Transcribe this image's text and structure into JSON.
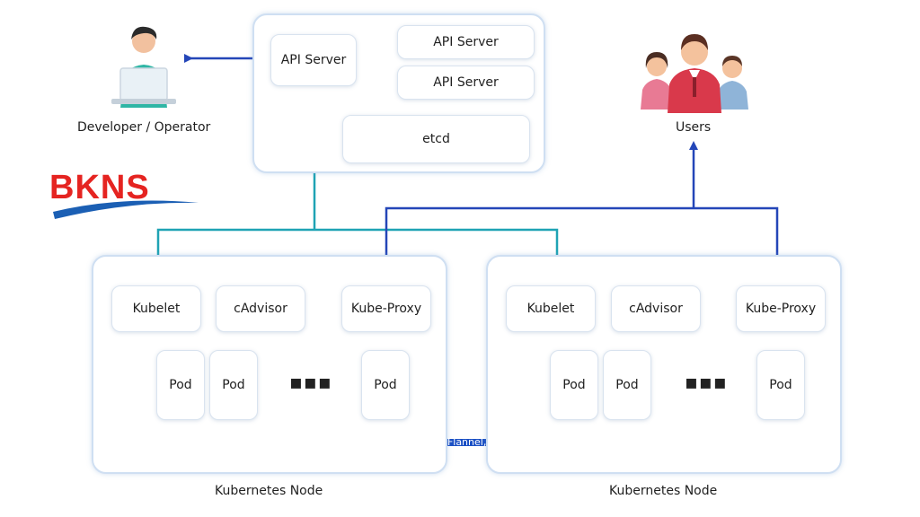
{
  "logo": {
    "text": "BKNS",
    "color": "#e52421",
    "swoosh_color": "#1b5fb4"
  },
  "developer": {
    "label": "Developer / Operator",
    "icon": "developer-laptop-icon"
  },
  "users": {
    "label": "Users",
    "icon": "users-group-icon"
  },
  "control_plane": {
    "api_server_main": "API Server",
    "api_server_replicas": [
      "API Server",
      "API Server"
    ],
    "etcd": "etcd"
  },
  "nodes": [
    {
      "label": "Kubernetes Node",
      "components": [
        "Kubelet",
        "cAdvisor",
        "Kube-Proxy"
      ],
      "pods": [
        "Pod",
        "Pod",
        "Pod"
      ],
      "ellipsis": "▪▪▪"
    },
    {
      "label": "Kubernetes Node",
      "components": [
        "Kubelet",
        "cAdvisor",
        "Kube-Proxy"
      ],
      "pods": [
        "Pod",
        "Pod",
        "Pod"
      ],
      "ellipsis": "▪▪▪"
    }
  ],
  "network": {
    "label": "Pulgin Network (eg Flannel, Wavenet, etc)",
    "color": "#1a4fc4"
  },
  "colors": {
    "teal_arrow": "#1fa3b4",
    "blue_arrow": "#2446b8",
    "panel_border": "#cfdff2"
  }
}
